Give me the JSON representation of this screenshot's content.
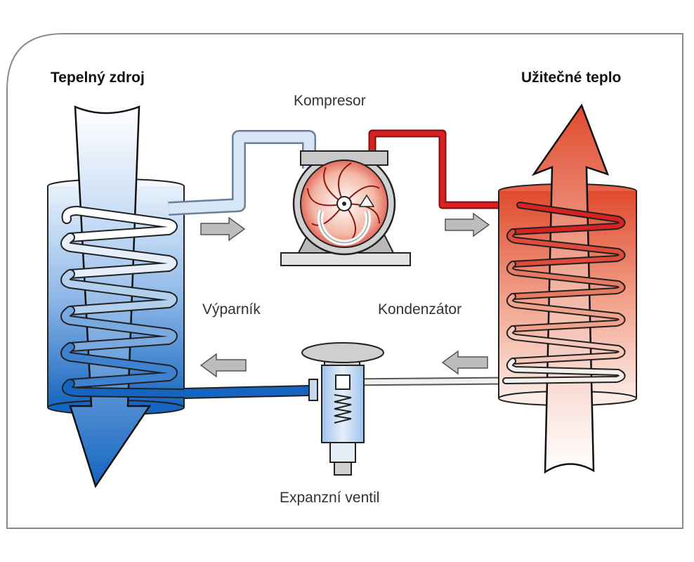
{
  "labels": {
    "heat_source": "Tepelný zdroj",
    "useful_heat": "Užitečné teplo",
    "compressor": "Kompresor",
    "evaporator": "Výparník",
    "condenser": "Kondenzátor",
    "expansion_valve": "Expanzní ventil"
  },
  "colors": {
    "cold_dark": "#1565c0",
    "cold_light": "#d6e6f7",
    "hot_dark": "#cc1f1f",
    "hot_light": "#f6d6cc",
    "flow_arrow": "#bdbdbd",
    "frame": "#8a8a8a"
  },
  "icons": [
    "compressor-icon",
    "expansion-valve-icon",
    "evaporator-coil-icon",
    "condenser-coil-icon"
  ]
}
